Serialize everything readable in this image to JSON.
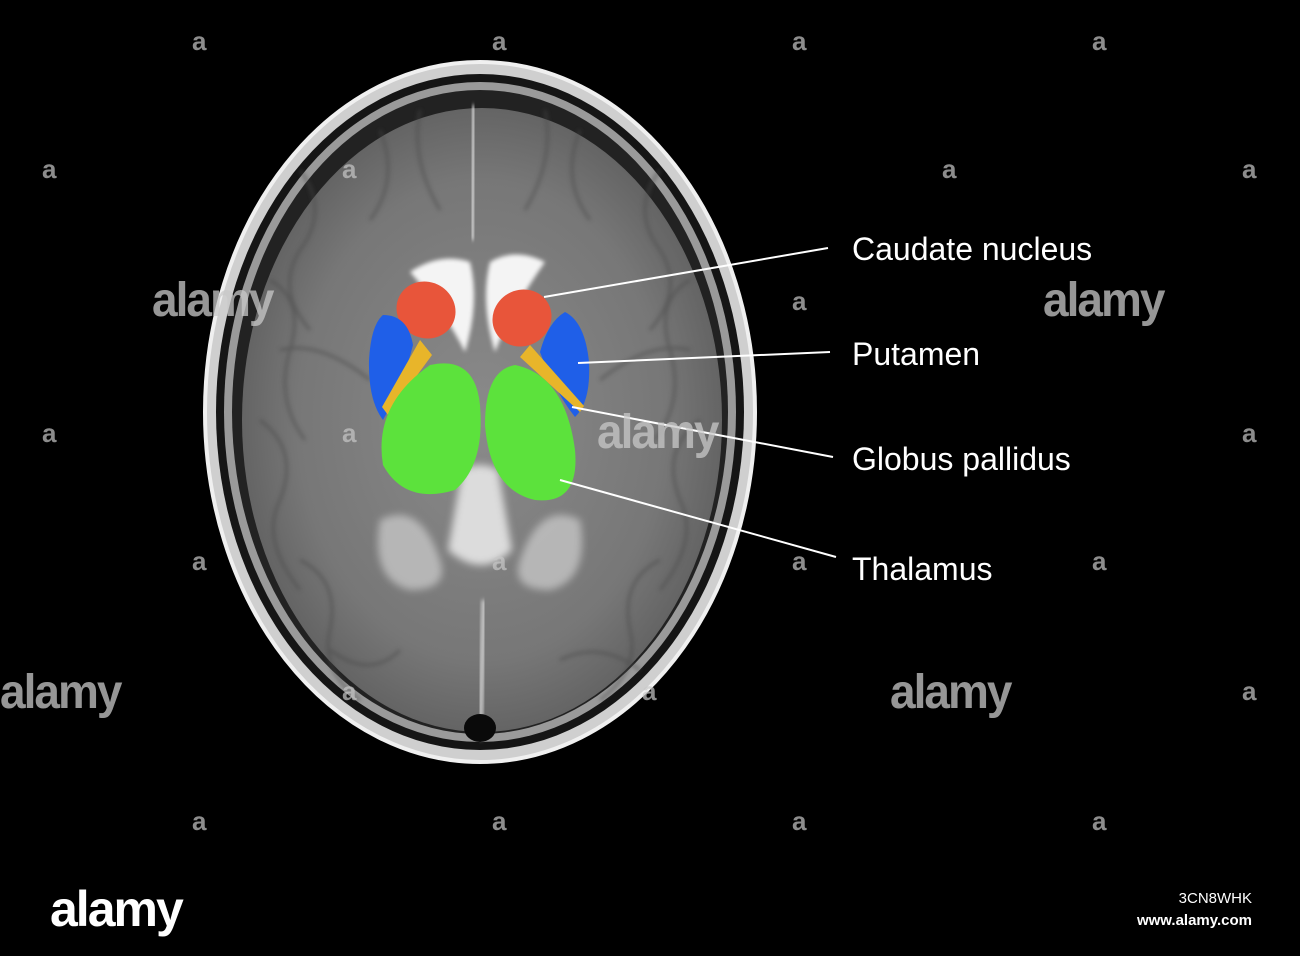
{
  "labels": {
    "caudate": "Caudate nucleus",
    "putamen": "Putamen",
    "globus": "Globus pallidus",
    "thalamus": "Thalamus"
  },
  "colors": {
    "caudate": "#e8553a",
    "putamen": "#1f5fe8",
    "globus": "#e8b52a",
    "thalamus": "#5ce23c"
  },
  "watermark": {
    "word": "alamy",
    "glyph": "a"
  },
  "footer": {
    "logo": "alamy",
    "image_id": "3CN8WHK",
    "url": "www.alamy.com"
  }
}
